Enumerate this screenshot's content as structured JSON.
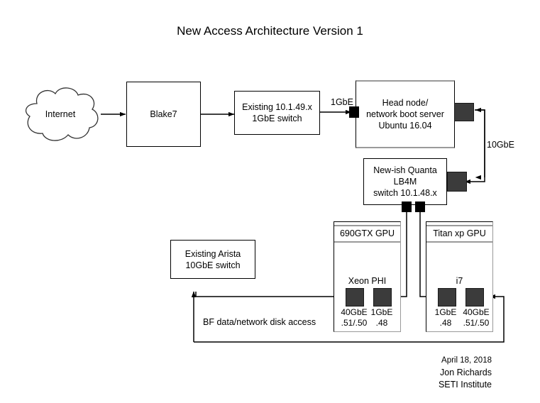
{
  "title": "New Access Architecture Version 1",
  "nodes": {
    "internet": {
      "label": "Internet",
      "shape": "cloud"
    },
    "blake7": {
      "label": "Blake7"
    },
    "existing_switch": {
      "line1": "Existing 10.1.49.x",
      "line2": "1GbE switch"
    },
    "head_node": {
      "line1": "Head node/",
      "line2": "network boot server",
      "line3": "Ubuntu 16.04"
    },
    "quanta": {
      "line1": "New-ish Quanta",
      "line2": "LB4M",
      "line3": "switch 10.1.48.x"
    },
    "arista": {
      "line1": "Existing Arista",
      "line2": "10GbE switch"
    },
    "gpu_690": {
      "header": "690GTX GPU",
      "cpu": "Xeon PHI"
    },
    "gpu_titan": {
      "header": "Titan xp GPU",
      "cpu": "i7"
    }
  },
  "link_labels": {
    "switch_to_head": "1GbE",
    "head_to_quanta": "10GbE",
    "bf_access": "BF data/network disk access"
  },
  "ports": {
    "gpu_690_left": {
      "speed": "40GbE",
      "addr": ".51/.50"
    },
    "gpu_690_right": {
      "speed": "1GbE",
      "addr": ".48"
    },
    "gpu_titan_left": {
      "speed": "1GbE",
      "addr": ".48"
    },
    "gpu_titan_right": {
      "speed": "40GbE",
      "addr": ".51/.50"
    }
  },
  "signature": {
    "date": "April 18, 2018",
    "author": "Jon Richards",
    "org": "SETI Institute"
  },
  "colors": {
    "stroke": "#000000",
    "gray_edge": "#9a9a9a",
    "port_fill": "#3b3b3b",
    "background": "#ffffff"
  }
}
